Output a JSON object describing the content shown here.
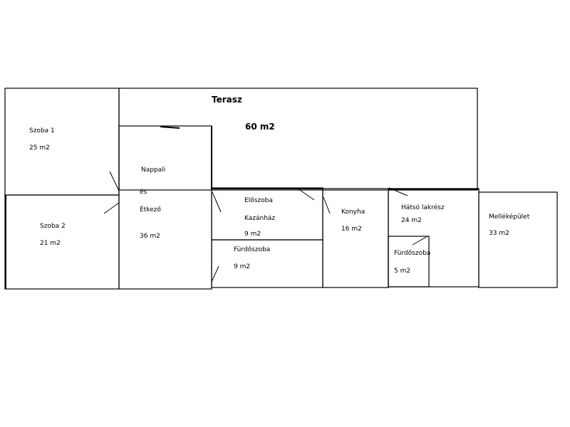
{
  "rooms": {
    "terasz": {
      "name": "Terasz",
      "area": "60 m2"
    },
    "szoba1": {
      "name": "Szoba 1",
      "area": "25 m2"
    },
    "szoba2": {
      "name": "Szoba 2",
      "area": "21 m2"
    },
    "nappali": {
      "line1": "Nappali",
      "line2": "és",
      "line3": "Étkező",
      "area": "36 m2"
    },
    "eloszoba": {
      "name": "Előszoba",
      "name2": "Kazánház",
      "area": "9 m2"
    },
    "furdoszoba1": {
      "name": "Fürdőszoba",
      "area": "9 m2"
    },
    "konyha": {
      "name": "Konyha",
      "area": "16 m2"
    },
    "hatso": {
      "name": "Hátsó lakrész",
      "area": "24 m2"
    },
    "furdoszoba2": {
      "name": "Fürdőszoba",
      "area": "5 m2"
    },
    "mellekepulet": {
      "name": "Melléképület",
      "area": "33 m2"
    }
  },
  "colors": {
    "wall": "#000000",
    "background": "#ffffff"
  }
}
